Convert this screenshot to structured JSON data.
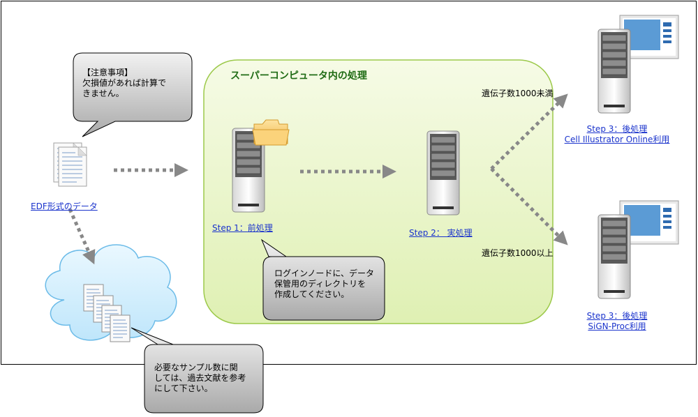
{
  "title": "スーパーコンピュータ内の処理",
  "edf_label": "EDF形式のデータ",
  "step1": "Step 1：前処理",
  "step2": "Step 2：  実処理",
  "step3a": {
    "line1": "Step 3：後処理",
    "line2": "Cell Illustrator Online利用"
  },
  "step3b": {
    "line1": "Step 3：後処理",
    "line2": "SiGN-Proc利用"
  },
  "branch_lt": "遺伝子数1000未満",
  "branch_ge": "遺伝子数1000以上",
  "notes": {
    "caution": "【注意事項】\n欠損値があれば計算で\nきません。",
    "login": "ログインノードに、データ\n保管用のディレクトリを\n作成してください。",
    "samples": "必要なサンプル数に関\nしては、過去文献を参考\nにして下さい。"
  },
  "colors": {
    "green_fill": "#e6f5c0",
    "green_border": "#9cc94a",
    "link": "#1a33cc",
    "bubble": "#c8c8c8"
  }
}
